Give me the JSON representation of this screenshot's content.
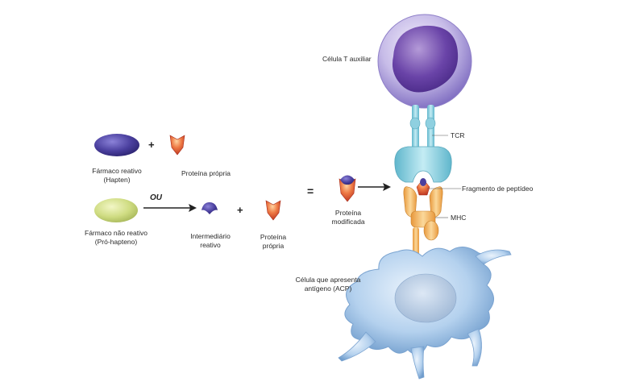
{
  "labels": {
    "reactive_drug": "Fármaco reativo",
    "reactive_drug_sub": "(Hapten)",
    "own_protein_1": "Proteína própria",
    "or": "OU",
    "nonreactive_drug": "Fármaco não reativo",
    "nonreactive_drug_sub": "(Pró-hapteno)",
    "reactive_intermediate_1": "Intermediário",
    "reactive_intermediate_2": "reativo",
    "own_protein_2a": "Proteína",
    "own_protein_2b": "própria",
    "modified_protein_1": "Proteína",
    "modified_protein_2": "modificada",
    "helper_t_cell": "Célula T auxiliar",
    "tcr": "TCR",
    "peptide_fragment": "Fragmento de peptídeo",
    "mhc": "MHC",
    "apc_1": "Célula que apresenta",
    "apc_2": "antígeno (ACP)"
  },
  "symbols": {
    "plus": "+",
    "equals": "="
  },
  "colors": {
    "hapten": "#4a3f9e",
    "prohapten": "#c8d67a",
    "protein": "#d24a2e",
    "t_cell": "#6a4fb0",
    "tcr": "#8fd0e0",
    "mhc": "#f2b45a",
    "apc": "#a9c9ea"
  }
}
